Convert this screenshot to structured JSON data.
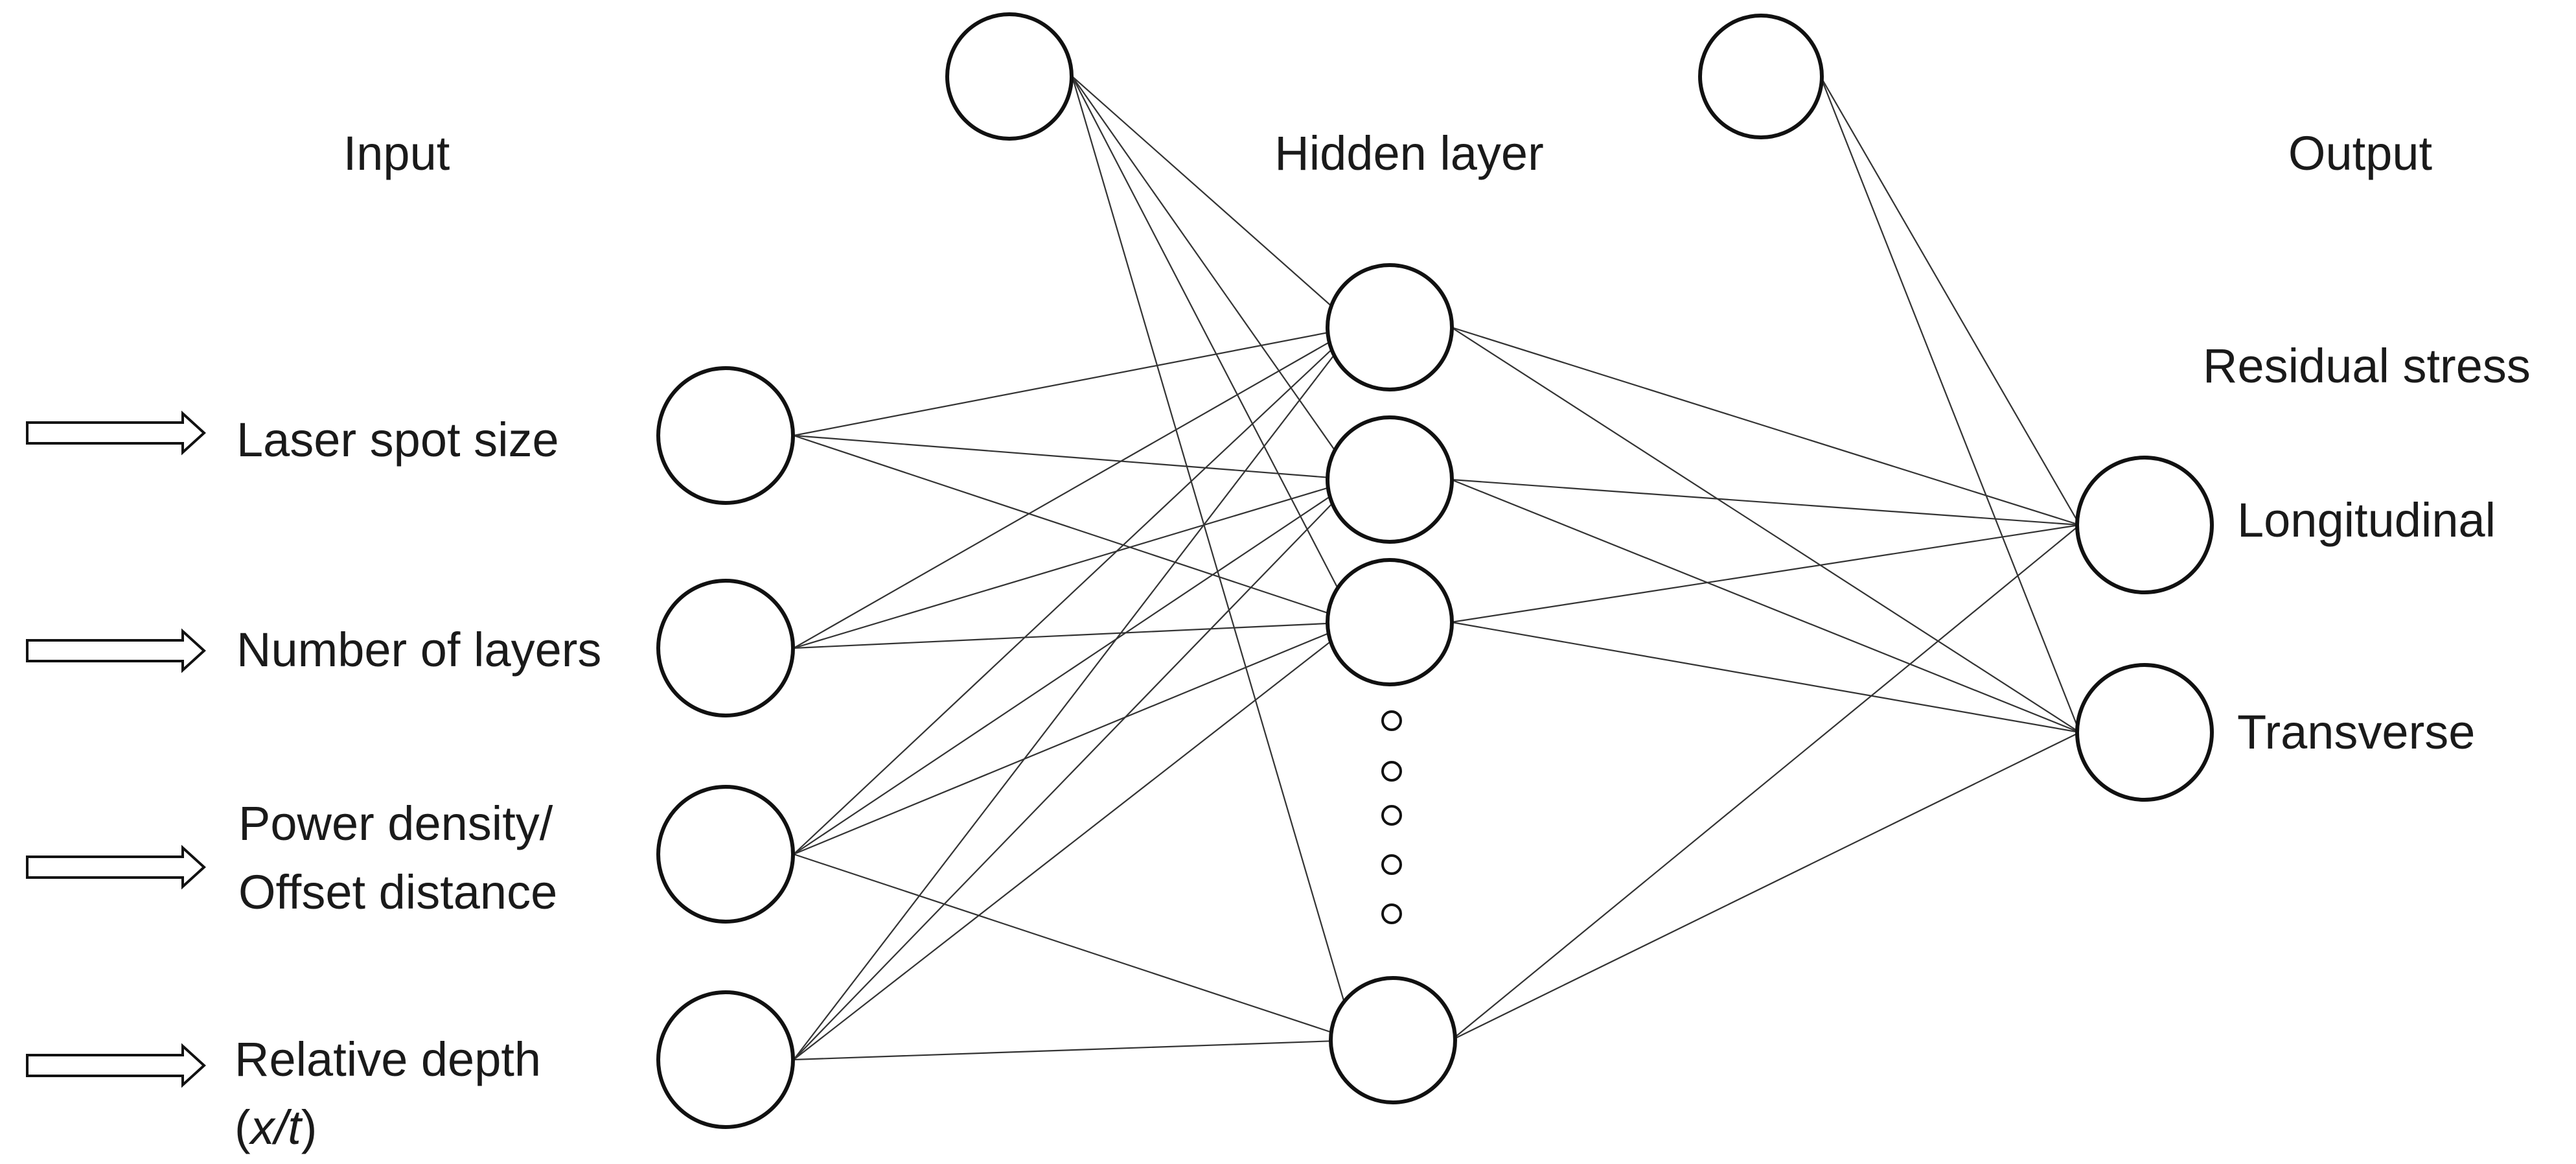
{
  "layers": {
    "input_title": "Input",
    "hidden_title": "Hidden layer",
    "output_title": "Output"
  },
  "inputs": {
    "laser_spot_size": "Laser spot size",
    "number_of_layers": "Number of layers",
    "power_density_line1": "Power density/",
    "power_density_line2": "Offset distance",
    "relative_depth_line1": "Relative depth",
    "relative_depth_paren_open": "(",
    "relative_depth_ratio": "x/t",
    "relative_depth_paren_close": ")"
  },
  "outputs": {
    "group_title": "Residual stress",
    "longitudinal": "Longitudinal",
    "transverse": "Transverse"
  },
  "colors": {
    "stroke": "#111111",
    "edge": "#333333",
    "background": "#ffffff"
  }
}
